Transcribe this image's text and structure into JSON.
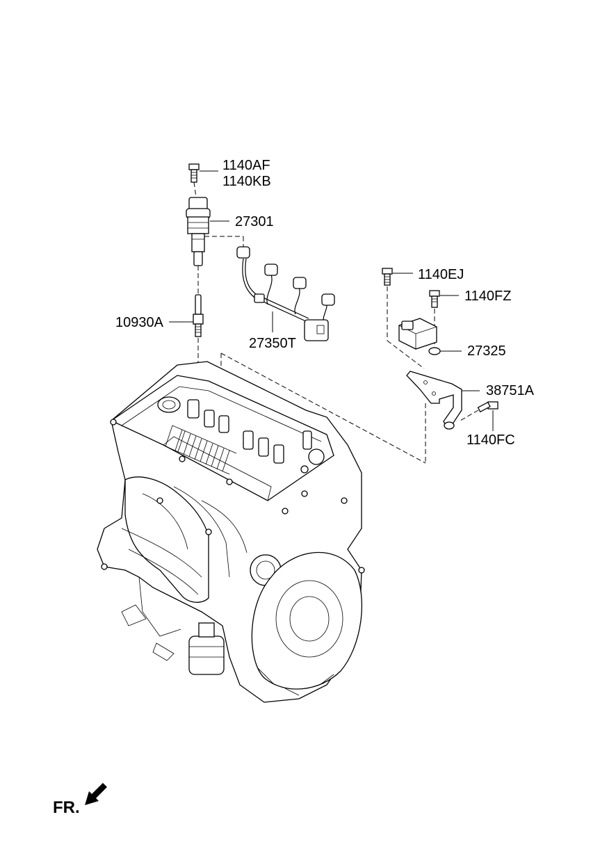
{
  "labels": {
    "bolt_1140AF": "1140AF",
    "bolt_1140KB": "1140KB",
    "coil_27301": "27301",
    "plug_10930A": "10930A",
    "harness_27350T": "27350T",
    "bolt_1140EJ": "1140EJ",
    "bolt_1140FZ": "1140FZ",
    "sensor_27325": "27325",
    "bracket_38751A": "38751A",
    "bolt_1140FC": "1140FC"
  },
  "front_indicator": "FR."
}
